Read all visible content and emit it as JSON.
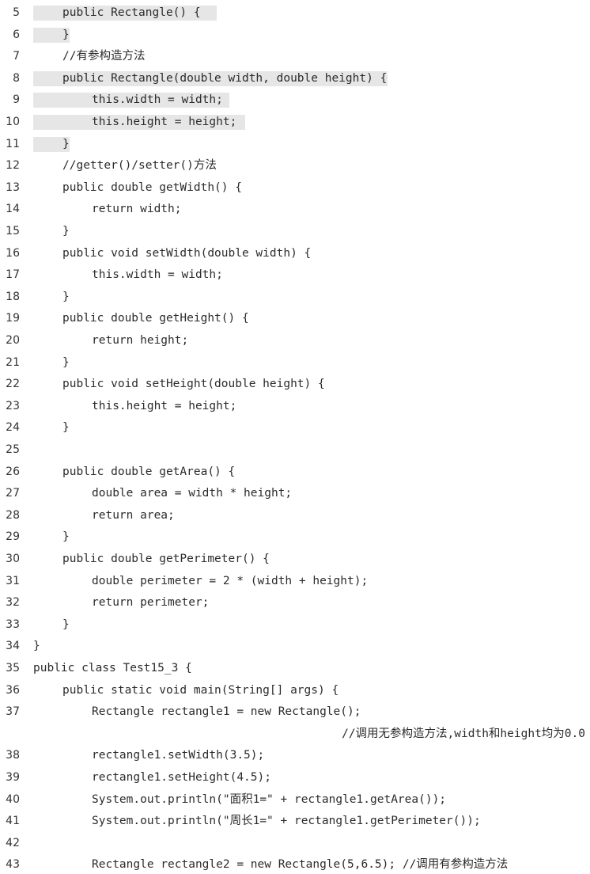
{
  "colors": {
    "highlight": "#e6e6e6",
    "text": "#2b2b2b",
    "background": "#ffffff"
  },
  "lines": [
    {
      "num": "5",
      "indent": 1,
      "hl": true,
      "code": "public Rectangle() {"
    },
    {
      "num": "6",
      "indent": 1,
      "hl": true,
      "code": "}"
    },
    {
      "num": "7",
      "indent": 1,
      "hl": false,
      "code": "//有参构造方法"
    },
    {
      "num": "8",
      "indent": 1,
      "hl": true,
      "code": "public Rectangle(double width, double height) {"
    },
    {
      "num": "9",
      "indent": 2,
      "hl": true,
      "code": "this.width = width;"
    },
    {
      "num": "10",
      "indent": 2,
      "hl": true,
      "code": "this.height = height;"
    },
    {
      "num": "11",
      "indent": 1,
      "hl": true,
      "code": "}"
    },
    {
      "num": "12",
      "indent": 1,
      "hl": false,
      "code": "//getter()/setter()方法"
    },
    {
      "num": "13",
      "indent": 1,
      "hl": false,
      "code": "public double getWidth() {"
    },
    {
      "num": "14",
      "indent": 2,
      "hl": false,
      "code": "return width;"
    },
    {
      "num": "15",
      "indent": 1,
      "hl": false,
      "code": "}"
    },
    {
      "num": "16",
      "indent": 1,
      "hl": false,
      "code": "public void setWidth(double width) {"
    },
    {
      "num": "17",
      "indent": 2,
      "hl": false,
      "code": "this.width = width;"
    },
    {
      "num": "18",
      "indent": 1,
      "hl": false,
      "code": "}"
    },
    {
      "num": "19",
      "indent": 1,
      "hl": false,
      "code": "public double getHeight() {"
    },
    {
      "num": "20",
      "indent": 2,
      "hl": false,
      "code": "return height;"
    },
    {
      "num": "21",
      "indent": 1,
      "hl": false,
      "code": "}"
    },
    {
      "num": "22",
      "indent": 1,
      "hl": false,
      "code": "public void setHeight(double height) {"
    },
    {
      "num": "23",
      "indent": 2,
      "hl": false,
      "code": "this.height = height;"
    },
    {
      "num": "24",
      "indent": 1,
      "hl": false,
      "code": "}"
    },
    {
      "num": "25",
      "indent": 0,
      "hl": false,
      "code": ""
    },
    {
      "num": "26",
      "indent": 1,
      "hl": false,
      "code": "public double getArea() {"
    },
    {
      "num": "27",
      "indent": 2,
      "hl": false,
      "code": "double area = width * height;"
    },
    {
      "num": "28",
      "indent": 2,
      "hl": false,
      "code": "return area;"
    },
    {
      "num": "29",
      "indent": 1,
      "hl": false,
      "code": "}"
    },
    {
      "num": "30",
      "indent": 1,
      "hl": false,
      "code": "public double getPerimeter() {"
    },
    {
      "num": "31",
      "indent": 2,
      "hl": false,
      "code": "double perimeter = 2 * (width + height);"
    },
    {
      "num": "32",
      "indent": 2,
      "hl": false,
      "code": "return perimeter;"
    },
    {
      "num": "33",
      "indent": 1,
      "hl": false,
      "code": "}"
    },
    {
      "num": "34",
      "indent": 0,
      "hl": false,
      "code": "}"
    },
    {
      "num": "35",
      "indent": 0,
      "hl": false,
      "code": "public class Test15_3 {"
    },
    {
      "num": "36",
      "indent": 1,
      "hl": false,
      "code": "public static void main(String[] args) {"
    },
    {
      "num": "37",
      "indent": 2,
      "hl": false,
      "code": "Rectangle rectangle1 = new Rectangle();"
    },
    {
      "num": "",
      "indent": 2,
      "hl": false,
      "align": "right",
      "code": "//调用无参构造方法,width和height均为0.0"
    },
    {
      "num": "38",
      "indent": 2,
      "hl": false,
      "code": "rectangle1.setWidth(3.5);"
    },
    {
      "num": "39",
      "indent": 2,
      "hl": false,
      "code": "rectangle1.setHeight(4.5);"
    },
    {
      "num": "40",
      "indent": 2,
      "hl": false,
      "code": "System.out.println(\"面积1=\" + rectangle1.getArea());"
    },
    {
      "num": "41",
      "indent": 2,
      "hl": false,
      "code": "System.out.println(\"周长1=\" + rectangle1.getPerimeter());"
    },
    {
      "num": "42",
      "indent": 0,
      "hl": false,
      "code": ""
    },
    {
      "num": "43",
      "indent": 2,
      "hl": false,
      "code": "Rectangle rectangle2 = new Rectangle(5,6.5); //调用有参构造方法"
    }
  ]
}
